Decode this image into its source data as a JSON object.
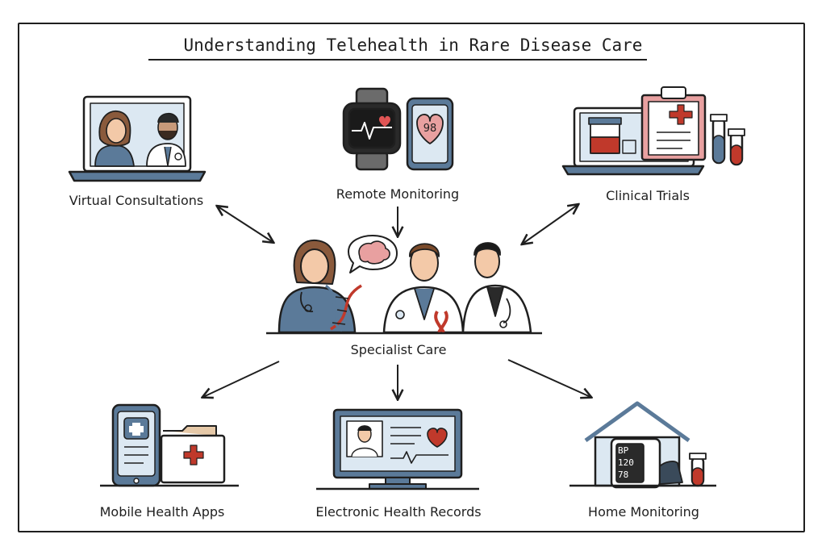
{
  "title": "Understanding Telehealth in Rare Disease Care",
  "nodes": {
    "virtual": "Virtual Consultations",
    "remote": "Remote Monitoring",
    "trials": "Clinical Trials",
    "specialist": "Specialist Care",
    "mobile": "Mobile Health Apps",
    "ehr": "Electronic Health Records",
    "home": "Home Monitoring"
  },
  "phone_reading": "98",
  "bp_monitor": {
    "line1": "BP",
    "line2": "120",
    "line3": "78"
  },
  "colors": {
    "ink": "#1f1f1f",
    "blue": "#5b7a99",
    "light_blue": "#dce8f2",
    "red": "#c0392b",
    "pink": "#e8a0a0",
    "skin": "#f3c9a8"
  }
}
